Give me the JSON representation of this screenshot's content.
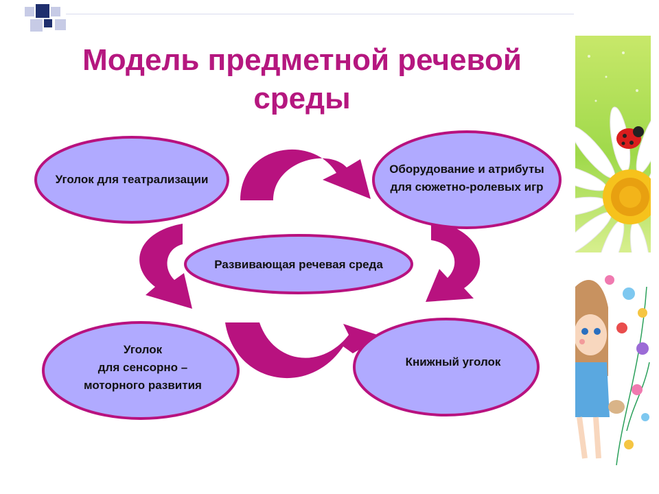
{
  "slide": {
    "title_line1": "Модель предметной речевой",
    "title_line2": "среды"
  },
  "nodes": {
    "center": "Развивающая речевая среда",
    "top_left": "Уголок для театрализации",
    "top_right_line1": "Оборудование и атрибуты",
    "top_right_line2": "для сюжетно-ролевых игр",
    "bottom_left_line1": "Уголок",
    "bottom_left_line2": "для сенсорно –",
    "bottom_left_line3": "моторного развития",
    "bottom_right": "Книжный уголок"
  },
  "colors": {
    "title": "#b5177f",
    "ellipse_fill": "#b0aaff",
    "ellipse_stroke": "#b8127f",
    "arrow": "#b8127f",
    "corner_navy": "#1f2f6e",
    "corner_light": "#c7cbe6"
  },
  "images": {
    "top_right": "daisy-with-ladybug-picture",
    "bottom_right": "cartoon-girl-with-flowers-picture"
  }
}
